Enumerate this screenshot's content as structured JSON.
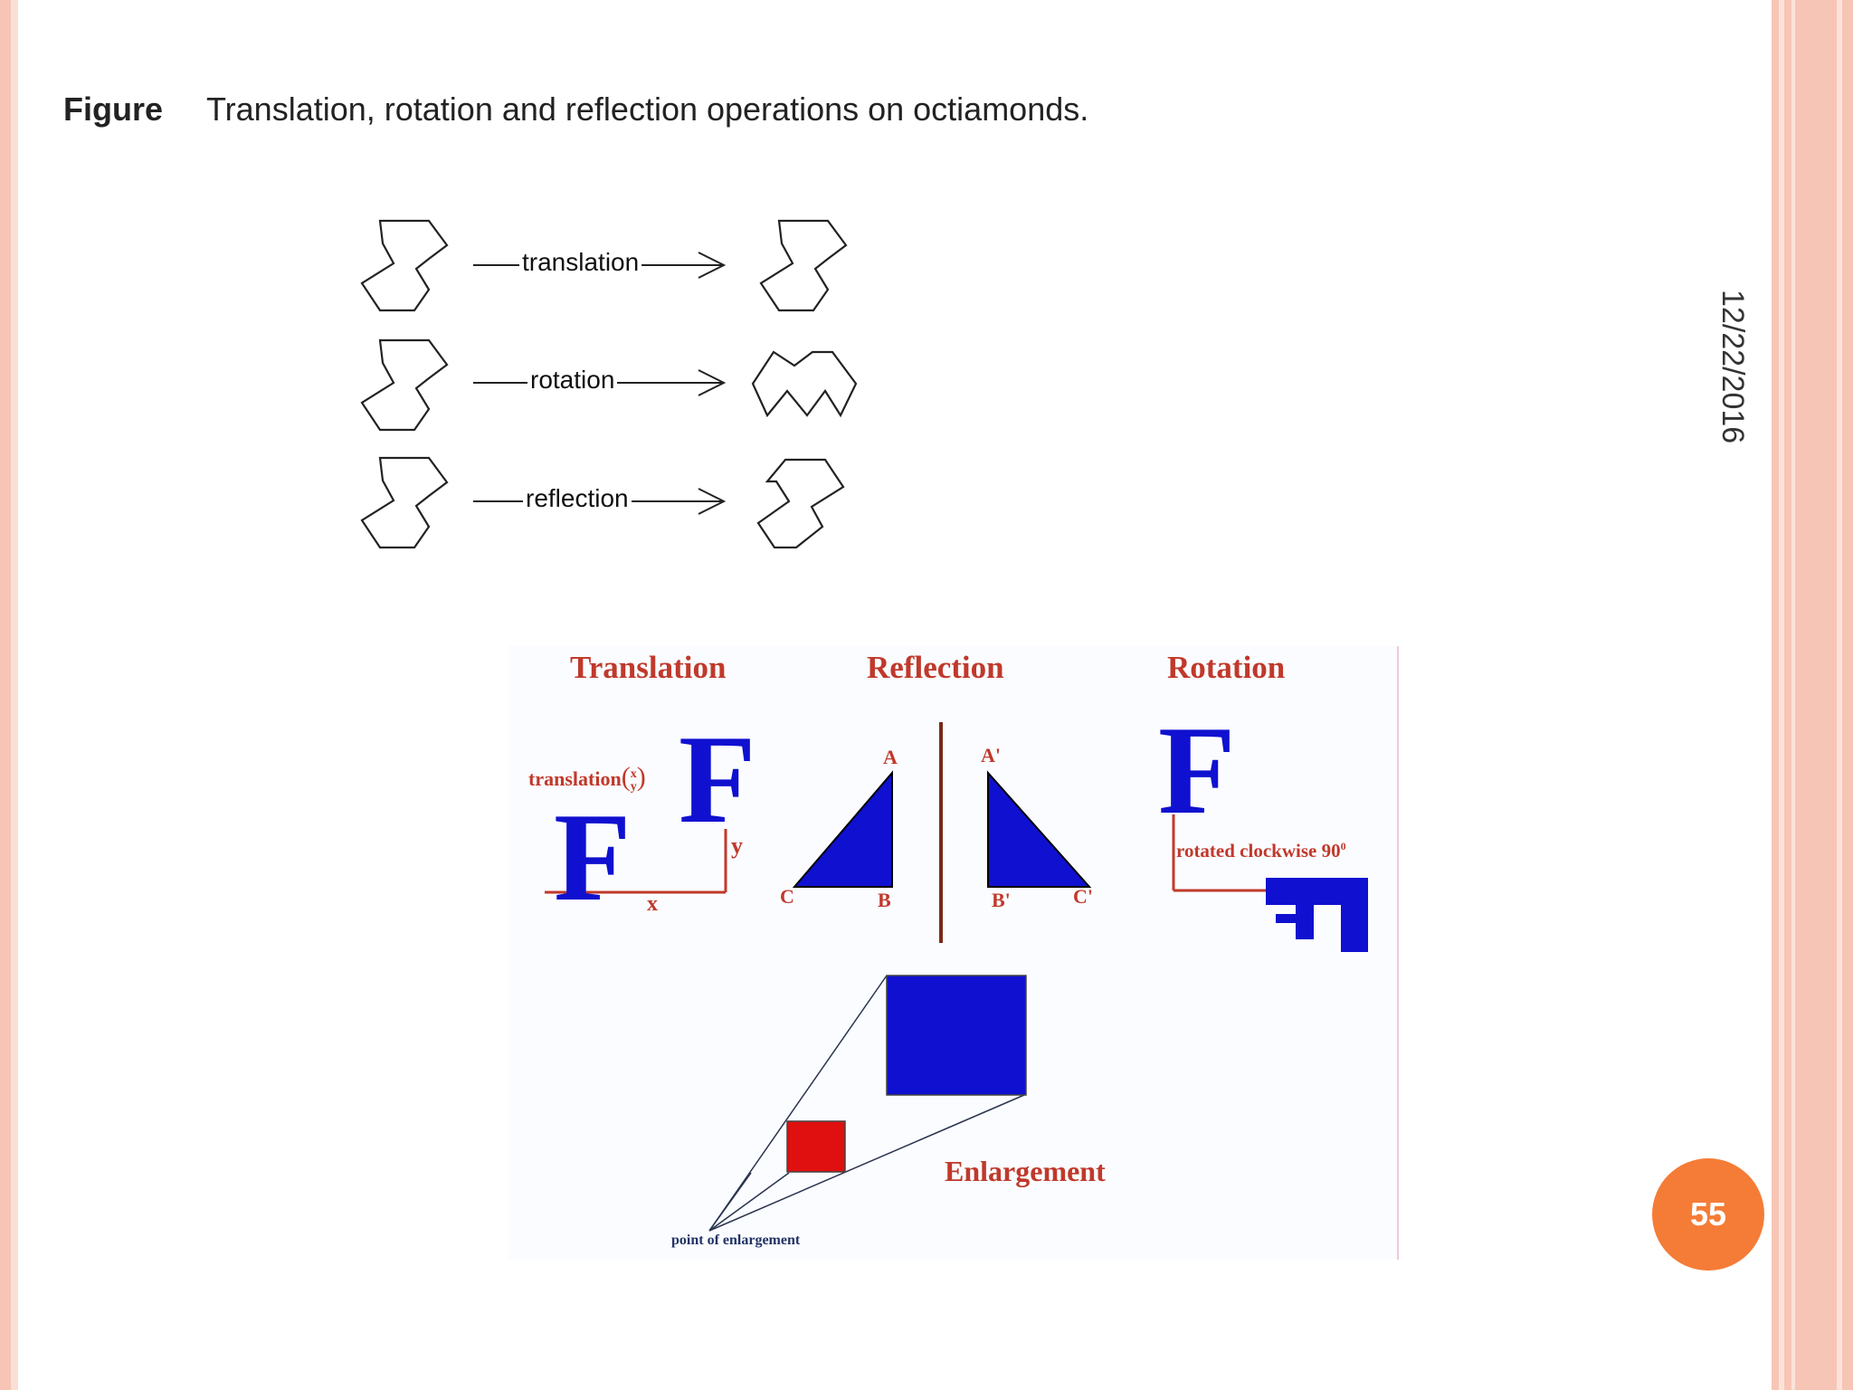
{
  "slide": {
    "date": "12/22/2016",
    "number": "55",
    "colors": {
      "border_outer": "#f7c5b5",
      "border_inner": "#fadfd5",
      "badge": "#f57c36",
      "shape_blue": "#1010d0",
      "shape_red": "#e01010",
      "label_red": "#c0392b",
      "axis_red": "#c0392b"
    }
  },
  "figure": {
    "label": "Figure",
    "caption": "Translation, rotation and reflection operations on octiamonds.",
    "operations": [
      "translation",
      "rotation",
      "reflection"
    ]
  },
  "panel": {
    "titles": {
      "translation": "Translation",
      "reflection": "Reflection",
      "rotation": "Rotation",
      "enlargement": "Enlargement"
    },
    "translation": {
      "label": "translation",
      "vector_x": "x",
      "vector_y": "y",
      "axis_x": "x",
      "axis_y": "y",
      "letter": "F"
    },
    "reflection": {
      "vertices": [
        "A",
        "C",
        "B"
      ],
      "image_vertices": [
        "A'",
        "B'",
        "C'"
      ]
    },
    "rotation": {
      "caption": "rotated clockwise 90",
      "degree": "0",
      "letter": "F"
    },
    "enlargement": {
      "point_label": "point of enlargement"
    }
  }
}
